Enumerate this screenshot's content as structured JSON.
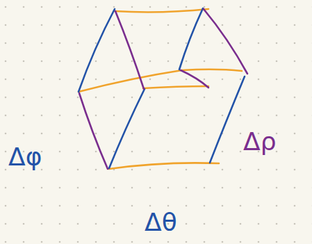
{
  "diagram": {
    "labels": [
      "Δφ",
      "Δρ",
      "Δθ"
    ]
  }
}
